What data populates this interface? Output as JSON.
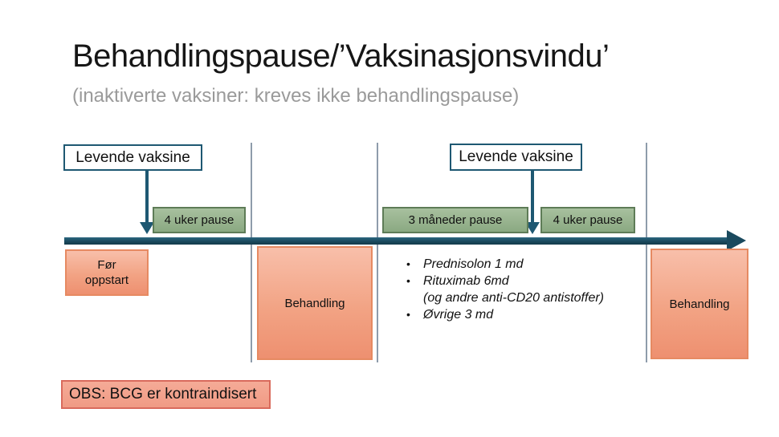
{
  "slide": {
    "title": "Behandlingspause/’Vaksinasjonsvindu’",
    "subtitle": "(inaktiverte vaksiner: kreves ikke behandlingspause)"
  },
  "timeline": {
    "live_vaccine_boxes": [
      {
        "label": "Levende vaksine"
      },
      {
        "label": "Levende vaksine"
      }
    ],
    "pause_boxes": [
      {
        "label": "4 uker pause"
      },
      {
        "label": "3 måneder pause"
      },
      {
        "label": "4 uker pause"
      }
    ],
    "phases": {
      "before": {
        "lines": [
          "Før",
          "oppstart"
        ]
      },
      "treatment1": {
        "label": "Behandling"
      },
      "treatment2": {
        "label": "Behandling"
      }
    },
    "pause_details": [
      {
        "bulleted": true,
        "text": "Prednisolon 1 md"
      },
      {
        "bulleted": true,
        "text": "Rituximab 6md"
      },
      {
        "bulleted": false,
        "text": "(og andre anti-CD20 antistoffer)"
      },
      {
        "bulleted": true,
        "text": "Øvrige 3 md"
      }
    ],
    "bullet_glyph": "•"
  },
  "note": {
    "text": "OBS: BCG er kontraindisert"
  },
  "colors": {
    "teal": "#1e5872",
    "timeline_dark_teal": "#1a4a5e",
    "green_fill_top": "#a8c09f",
    "green_fill_bottom": "#8aa982",
    "green_border": "#5e7c57",
    "salmon_fill_top": "#f8bfaa",
    "salmon_fill_bottom": "#ee9070",
    "salmon_border": "#e68a62",
    "note_border": "#d96a5c",
    "divider_gray": "#8e9cab",
    "subtitle_gray": "#9a9a9a"
  }
}
